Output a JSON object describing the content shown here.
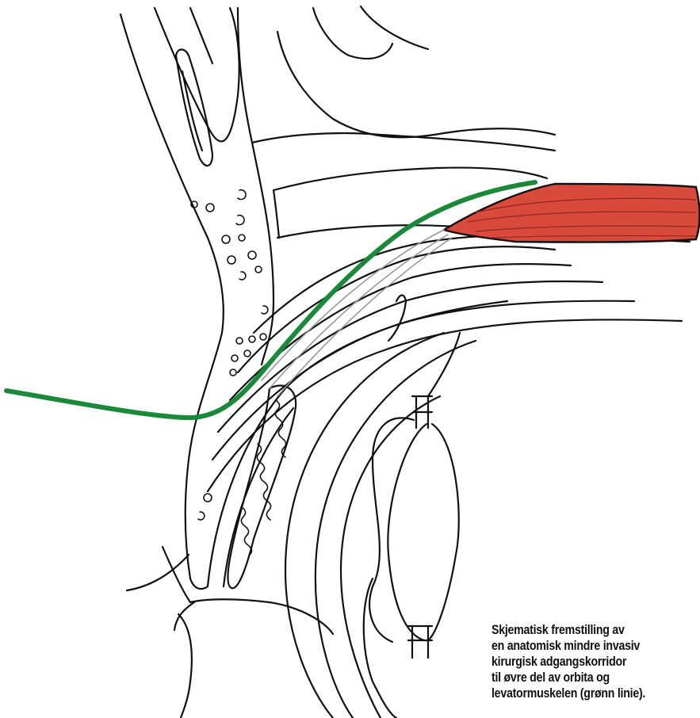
{
  "caption": {
    "lines": [
      "Skjematisk fremstilling av",
      "en anatomisk mindre invasiv",
      "kirurgisk adgangskorridor",
      "til øvre del av orbita og",
      "levatormuskelen (grønn linie)."
    ]
  },
  "colors": {
    "corridor_line": "#1a8a3a",
    "levator_muscle": "#d94a3c",
    "ink": "#111111",
    "background": "#ffffff"
  },
  "elements": {
    "corridor": "green-corridor-line",
    "muscle": "levator-muscle"
  }
}
